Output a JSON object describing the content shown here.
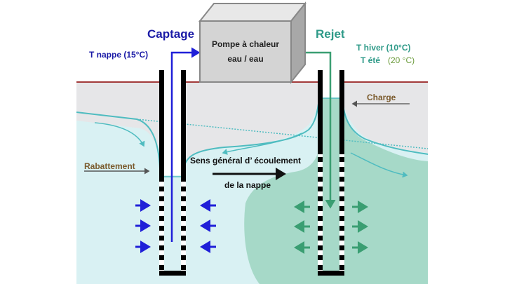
{
  "title_labels": {
    "captage": "Captage",
    "rejet": "Rejet"
  },
  "pump": {
    "line1": "Pompe à chaleur",
    "line2": "eau / eau"
  },
  "temperatures": {
    "nappe": "T nappe (15°C)",
    "hiver": "T hiver (10°C)",
    "ete_prefix": "T été",
    "ete_value": "(20 °C)"
  },
  "annotations": {
    "charge": "Charge",
    "rabattement": "Rabattement",
    "flow_line1": "Sens général d’ écoulement",
    "flow_line2": "de la nappe"
  },
  "colors": {
    "captage_blue": "#1a1aa6",
    "pipe_blue": "#1f1fd8",
    "rejet_green": "#2e9a88",
    "green_arrow": "#3a9e72",
    "ground_line": "#a23a3a",
    "surface_gray": "#e6e6e8",
    "aquifer_light": "#d9f1f3",
    "plume_green": "#a6d9c8",
    "water_line": "#4fbcc0",
    "label_brown": "#7a5a2c",
    "pump_face": "#d4d4d4"
  }
}
